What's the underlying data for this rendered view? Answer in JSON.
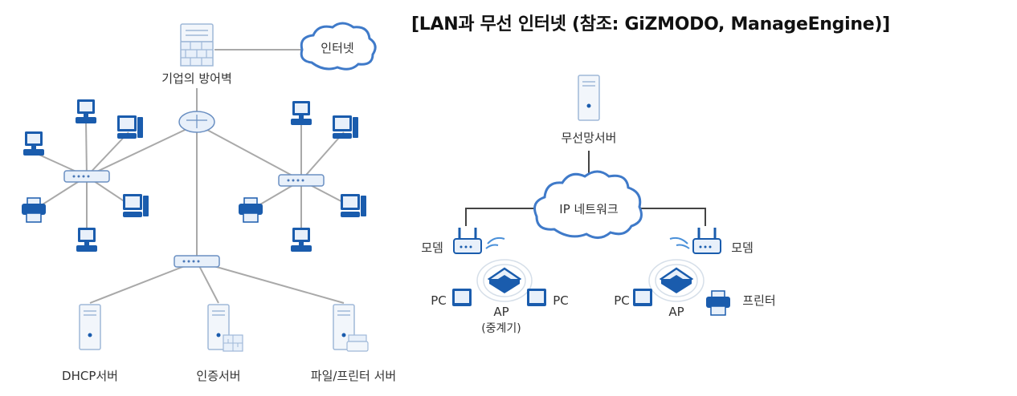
{
  "title": "[LAN과 무선 인터넷 (참조: GiZMODO, ManageEngine)]",
  "lan": {
    "internet_label": "인터넷",
    "firewall_label": "기업의 방어벽",
    "dhcp_label": "DHCP서버",
    "auth_label": "인증서버",
    "file_label": "파일/프린터 서버"
  },
  "wireless": {
    "server_label": "무선망서버",
    "ipnet_label": "IP 네트워크",
    "modem_left_label": "모뎀",
    "modem_right_label": "모뎀",
    "pc_left1_label": "PC",
    "pc_left2_label": "PC",
    "ap_left_label": "AP",
    "ap_left_sub_label": "(중계기)",
    "pc_right_label": "PC",
    "ap_right_label": "AP",
    "printer_label": "프린터"
  },
  "colors": {
    "device_blue": "#1a5cad",
    "device_light": "#e8f0fa",
    "line": "#a9a9a9",
    "cloud_stroke": "#3f7ac9",
    "wifi": "#4a90d9"
  }
}
